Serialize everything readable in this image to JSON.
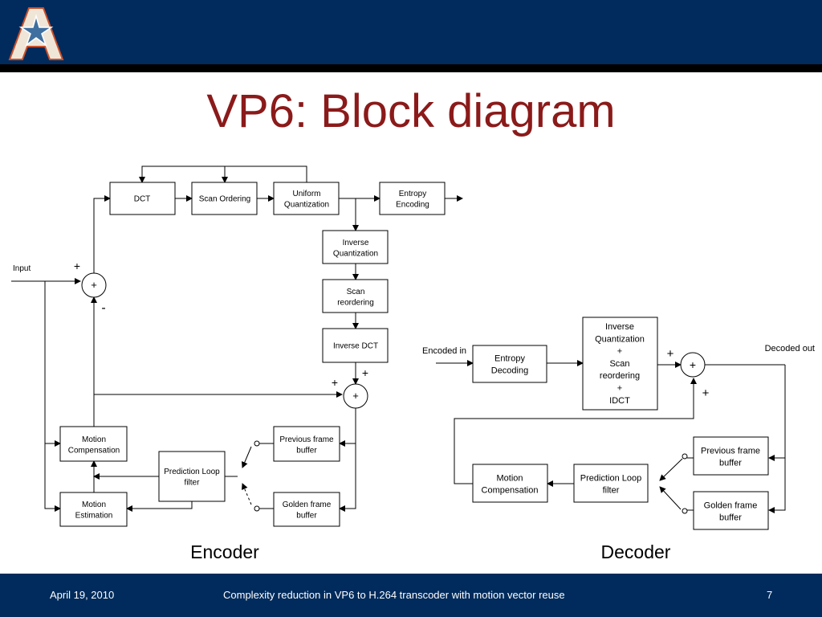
{
  "slide": {
    "title": "VP6: Block diagram",
    "logo_icon": "uta-star-logo",
    "header_color": "#002b5c",
    "title_color": "#8b1a1a"
  },
  "encoder": {
    "caption": "Encoder",
    "input_label": "Input",
    "blocks": {
      "dct": [
        "DCT"
      ],
      "scan_ordering": [
        "Scan Ordering"
      ],
      "uniform_quantization": [
        "Uniform",
        "Quantization"
      ],
      "entropy_encoding": [
        "Entropy",
        "Encoding"
      ],
      "inverse_quantization": [
        "Inverse",
        "Quantization"
      ],
      "scan_reordering": [
        "Scan",
        "reordering"
      ],
      "inverse_dct": [
        "Inverse DCT"
      ],
      "motion_compensation": [
        "Motion",
        "Compensation"
      ],
      "prediction_loop_filter": [
        "Prediction Loop",
        "filter"
      ],
      "motion_estimation": [
        "Motion",
        "Estimation"
      ],
      "previous_frame_buffer": [
        "Previous frame",
        "buffer"
      ],
      "golden_frame_buffer": [
        "Golden frame",
        "buffer"
      ]
    },
    "sum1": {
      "symbol": "+",
      "sign_in": "+",
      "sign_feedback": "-"
    },
    "sum2": {
      "symbol": "+",
      "sign_left": "+",
      "sign_top": "+"
    }
  },
  "decoder": {
    "caption": "Decoder",
    "encoded_in_label": "Encoded in",
    "decoded_out_label": "Decoded out",
    "blocks": {
      "entropy_decoding": [
        "Entropy",
        "Decoding"
      ],
      "inverse_combo": [
        "Inverse",
        "Quantization",
        "+",
        "Scan",
        "reordering",
        "+",
        "IDCT"
      ],
      "motion_compensation": [
        "Motion",
        "Compensation"
      ],
      "prediction_loop_filter": [
        "Prediction Loop",
        "filter"
      ],
      "previous_frame_buffer": [
        "Previous frame",
        "buffer"
      ],
      "golden_frame_buffer": [
        "Golden frame",
        "buffer"
      ]
    },
    "sum": {
      "symbol": "+",
      "sign_left": "+",
      "sign_bottom": "+"
    }
  },
  "footer": {
    "date": "April 19, 2010",
    "text": "Complexity reduction in VP6 to H.264 transcoder with motion vector  reuse",
    "page": "7"
  }
}
